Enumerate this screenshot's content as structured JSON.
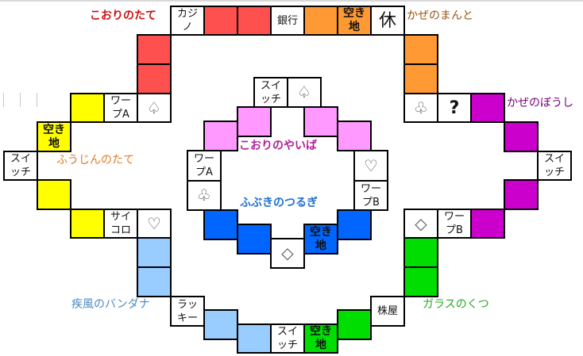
{
  "colors": {
    "red": "#FF5050",
    "orange": "#FF9933",
    "purple": "#CC00CC",
    "yellow": "#FFFF00",
    "light_blue": "#99CCFF",
    "green": "#00DD00",
    "pink": "#FF99FF",
    "blue": "#0066FF"
  },
  "labels": {
    "kori_no_tate": {
      "text": "こおりのたて",
      "color": "#CC1111"
    },
    "kaze_no_manto": {
      "text": "かぜのまんと",
      "color": "#995511"
    },
    "kaze_no_boushi": {
      "text": "かぜのぼうし",
      "color": "#770077"
    },
    "fuujin_no_tate": {
      "text": "ふうじんのたて",
      "color": "#E07A20"
    },
    "hayate_no_bandana": {
      "text": "疾風のバンダナ",
      "color": "#4A8AC4"
    },
    "garasu_no_kutsu": {
      "text": "ガラスのくつ",
      "color": "#22AA22"
    },
    "kori_no_yaiba": {
      "text": "こおりのやいば",
      "color": "#B0209A"
    },
    "fubuki_no_tsurugi": {
      "text": "ふぶきのつるぎ",
      "color": "#1E6FD0"
    }
  },
  "cells": {
    "casino": "カジ\nノ",
    "bank": "銀行",
    "vacant": "空き\n地",
    "rest": "休",
    "switch": "スイ\nッチ",
    "warp_a": "ワー\nプA",
    "warp_b": "ワー\nプB",
    "dice": "サイ\nコロ",
    "lucky": "ラッ\nキー",
    "stock": "株屋",
    "question": "?",
    "spade": "♤",
    "heart": "♡",
    "club": "♧",
    "diamond": "◇"
  }
}
